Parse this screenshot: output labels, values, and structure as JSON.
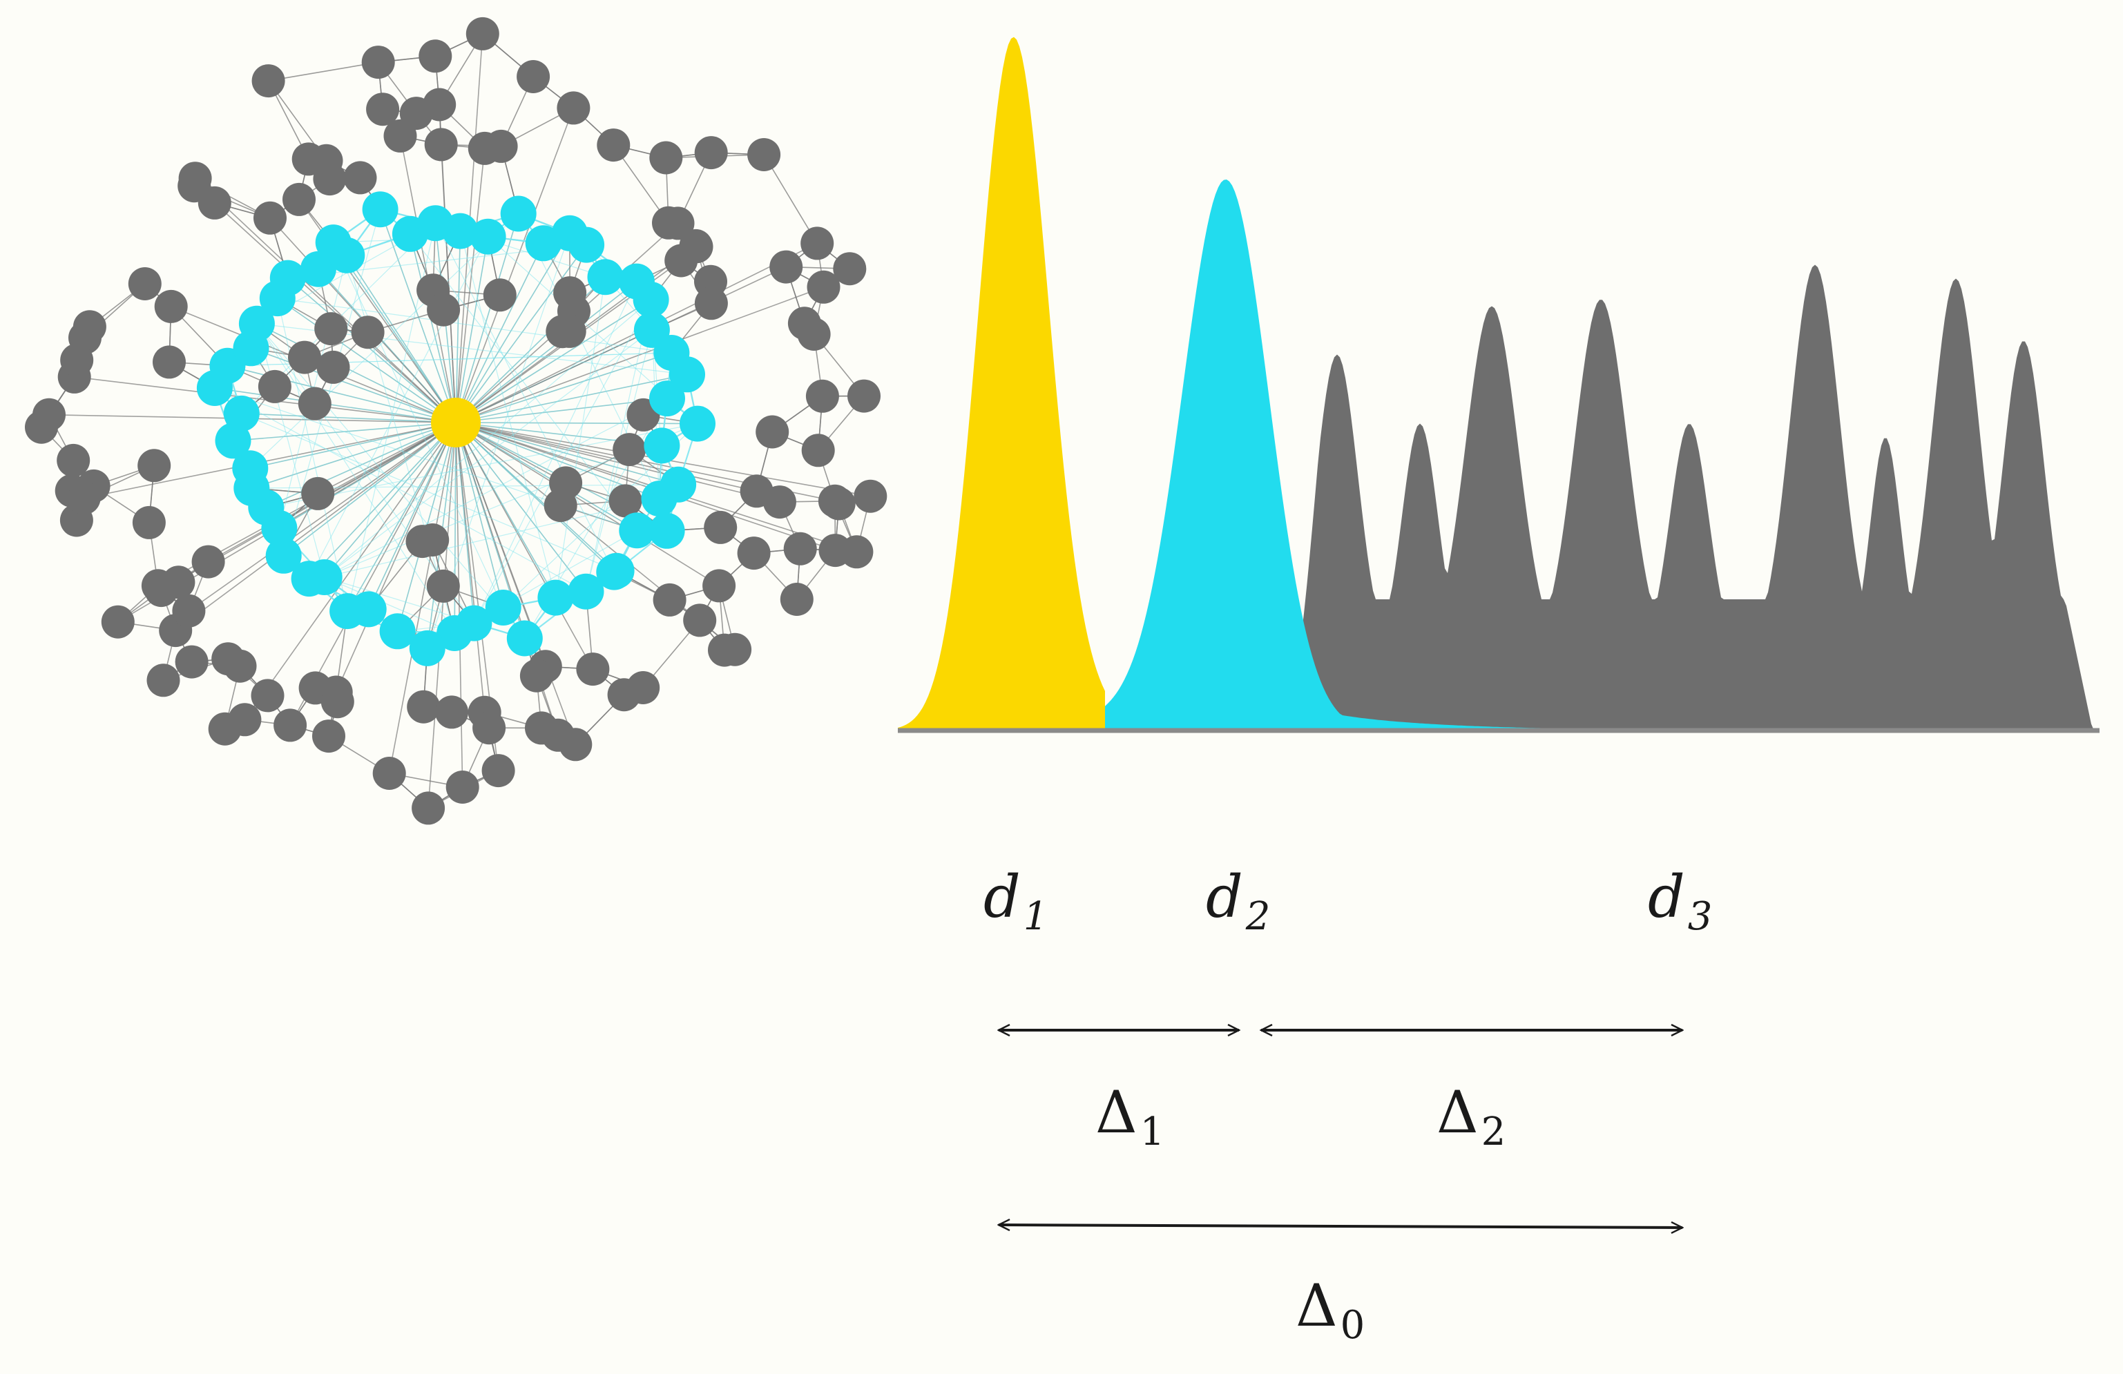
{
  "colors": {
    "background": "#fdfdf8",
    "gray_node": "#6e6e6e",
    "cyan_node": "#22dcee",
    "yellow_node": "#fbd800",
    "gray_edge": "#7a7a7a",
    "cyan_edge": "#7fe6ef",
    "axis": "#8a8a8a",
    "arrow": "#1a1a1a"
  },
  "network": {
    "center_node": "yellow",
    "ring_node_color": "cyan",
    "outer_node_color": "gray"
  },
  "distributions": [
    {
      "name": "d_1",
      "color_key": "yellow_node",
      "shape": "single-peak"
    },
    {
      "name": "d_2",
      "color_key": "cyan_node",
      "shape": "single-peak"
    },
    {
      "name": "d_3",
      "color_key": "gray_node",
      "shape": "multi-peak"
    }
  ],
  "labels": {
    "d1": {
      "base": "d",
      "sub": "1"
    },
    "d2": {
      "base": "d",
      "sub": "2"
    },
    "d3": {
      "base": "d",
      "sub": "3"
    },
    "delta1": {
      "base": "Δ",
      "sub": "1"
    },
    "delta2": {
      "base": "Δ",
      "sub": "2"
    },
    "delta0": {
      "base": "Δ",
      "sub": "0"
    }
  },
  "arrows": [
    {
      "name": "delta-1",
      "from": "d1",
      "to": "d2"
    },
    {
      "name": "delta-2",
      "from": "d2",
      "to": "d3"
    },
    {
      "name": "delta-0",
      "from": "d1",
      "to": "d3"
    }
  ]
}
